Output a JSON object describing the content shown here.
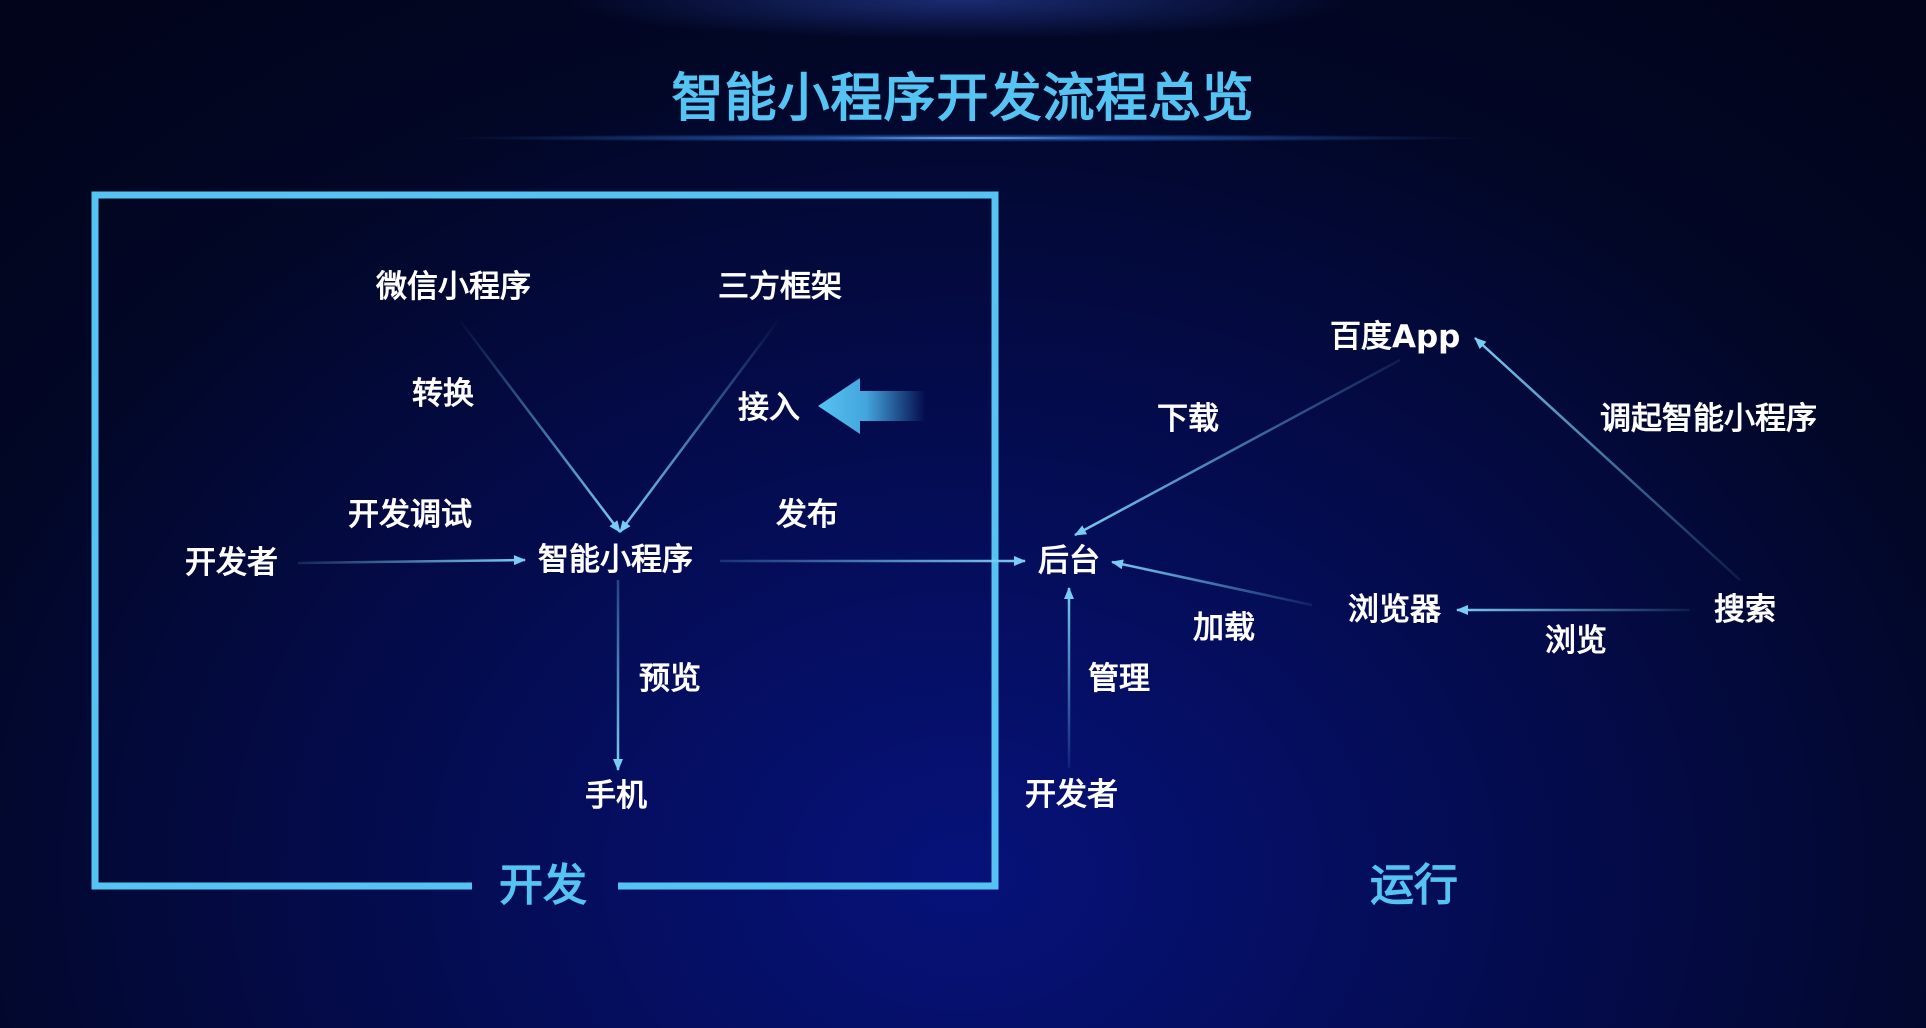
{
  "title": "智能小程序开发流程总览",
  "colors": {
    "accent": "#56c4f3",
    "text": "#ffffff",
    "arrow": "#6fc6f0"
  },
  "sections": {
    "develop": "开发",
    "run": "运行"
  },
  "nodes": {
    "wechat": "微信小程序",
    "third_party": "三方框架",
    "developer_left": "开发者",
    "smart_app": "智能小程序",
    "phone": "手机",
    "backend": "后台",
    "baidu_app": "百度App",
    "browser": "浏览器",
    "search": "搜索",
    "developer_bottom": "开发者"
  },
  "edges": {
    "convert": "转换",
    "integrate": "接入",
    "dev_debug": "开发调试",
    "publish": "发布",
    "preview": "预览",
    "download": "下载",
    "load": "加载",
    "manage": "管理",
    "browse": "浏览",
    "invoke": "调起智能小程序"
  }
}
